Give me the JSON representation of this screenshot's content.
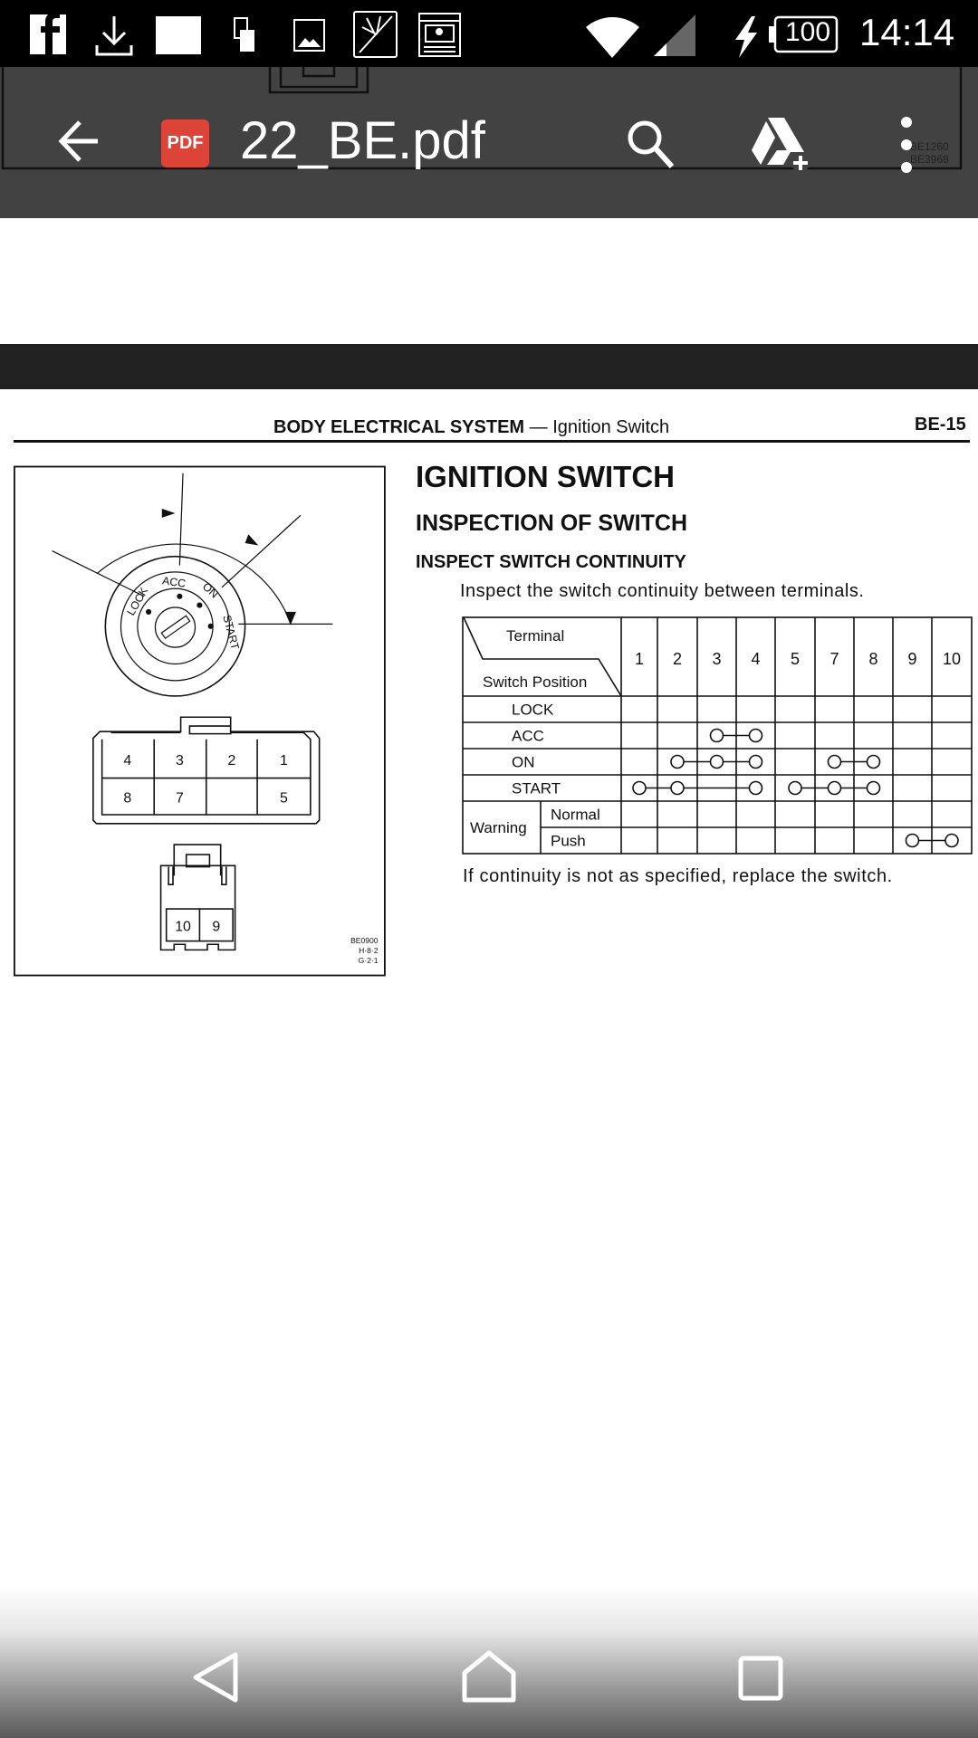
{
  "status_bar": {
    "notification_icons": [
      "facebook-icon",
      "download-icon",
      "blank-square-icon",
      "sim-toolkit-icon",
      "image-icon",
      "flash-news-icon",
      "newspaper-icon"
    ],
    "battery": "100",
    "time": "14:14"
  },
  "toolbar": {
    "file_badge": "PDF",
    "title": "22_BE.pdf",
    "ghost_codes": [
      "BE1260",
      "BE3968"
    ]
  },
  "page": {
    "header": {
      "section": "BODY ELECTRICAL SYSTEM",
      "dash": "—",
      "subsection": "Ignition Switch",
      "page_number": "BE-15"
    },
    "title": "IGNITION SWITCH",
    "subtitle": "INSPECTION OF SWITCH",
    "step": "INSPECT SWITCH CONTINUITY",
    "instruction": "Inspect the switch continuity between terminals.",
    "footer_note": "If continuity is not as specified, replace the switch.",
    "figure": {
      "switch_positions": [
        "LOCK",
        "ACC",
        "ON",
        "START"
      ],
      "connector_top_row": [
        "4",
        "3",
        "2",
        "1"
      ],
      "connector_bottom_row": [
        "8",
        "7",
        "",
        "5"
      ],
      "small_connector": [
        "10",
        "9"
      ],
      "codes": [
        "BE0900",
        "H·8·2",
        "G·2·1"
      ]
    },
    "table": {
      "corner_top": "Terminal",
      "corner_bottom": "Switch Position",
      "terminals": [
        "1",
        "2",
        "3",
        "4",
        "5",
        "7",
        "8",
        "9",
        "10"
      ],
      "rows": [
        {
          "label": "LOCK",
          "connections": []
        },
        {
          "label": "ACC",
          "connections": [
            [
              "3",
              "4"
            ]
          ]
        },
        {
          "label": "ON",
          "connections": [
            [
              "2",
              "3",
              "4"
            ],
            [
              "7",
              "8"
            ]
          ]
        },
        {
          "label": "START",
          "connections": [
            [
              "1",
              "2",
              "4"
            ],
            [
              "5",
              "7",
              "8"
            ]
          ]
        },
        {
          "group": "Warning",
          "label": "Normal",
          "connections": []
        },
        {
          "group": "Warning",
          "label": "Push",
          "connections": [
            [
              "9",
              "10"
            ]
          ]
        }
      ]
    }
  },
  "nav_bar": {
    "buttons": [
      "back",
      "home",
      "recents"
    ]
  }
}
